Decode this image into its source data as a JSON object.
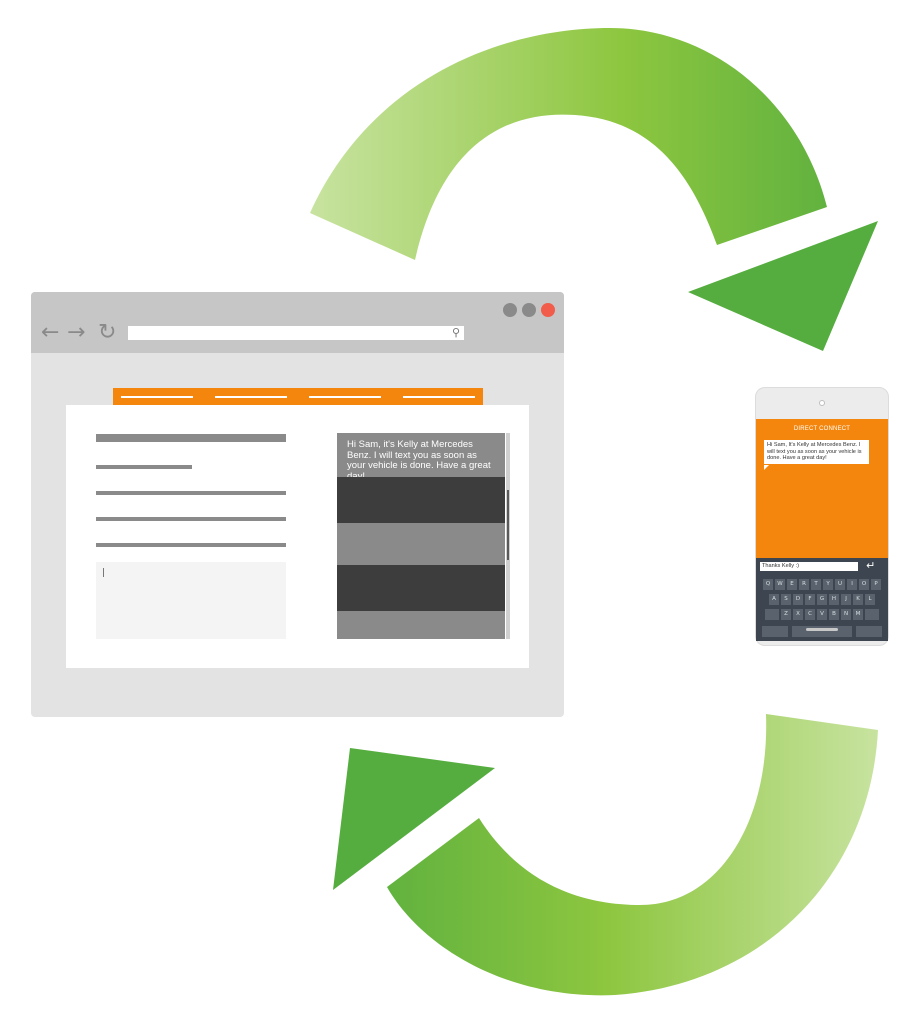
{
  "colors": {
    "accent_orange": "#f5860d",
    "arrow_green_light": "#c8e3a0",
    "arrow_green_mid": "#8dc63f",
    "arrow_green_dark": "#56ad3f",
    "window_close": "#f25c4a",
    "window_button": "#8a8a8a"
  },
  "icons": {
    "back": "back-arrow-icon",
    "forward": "forward-arrow-icon",
    "reload": "reload-icon",
    "search": "search-icon",
    "enter": "return-key-icon"
  },
  "browser": {
    "chat_message": "Hi Sam, it's Kelly at Mercedes Benz. I will text you as soon as your vehicle is done. Have a great day!"
  },
  "phone": {
    "header": "DIRECT CONNECT",
    "message": "Hi Sam, It's Kelly at Mercedes Benz. I will text you as soon as your vehicle is done. Have a great day!",
    "reply_input": "Thanks Kelly :)",
    "keyboard_rows": [
      [
        "Q",
        "W",
        "E",
        "R",
        "T",
        "Y",
        "U",
        "I",
        "O",
        "P"
      ],
      [
        "A",
        "S",
        "D",
        "F",
        "G",
        "H",
        "J",
        "K",
        "L"
      ],
      [
        "Z",
        "X",
        "C",
        "V",
        "B",
        "N",
        "M"
      ]
    ]
  }
}
